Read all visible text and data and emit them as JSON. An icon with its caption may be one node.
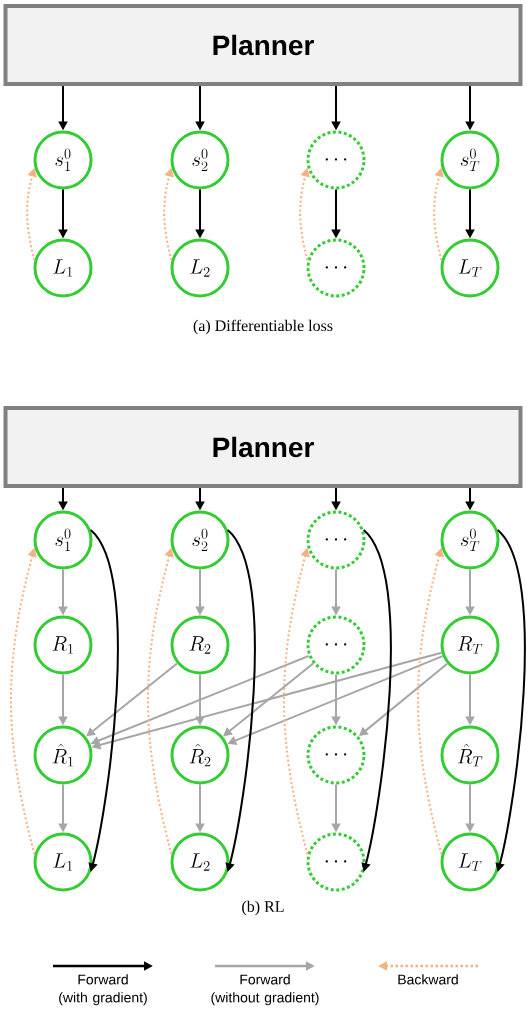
{
  "diagram": {
    "nodes": [
      {
        "text": [
          "Planner"
        ]
      },
      {
        "text": [
          "s_1^0"
        ]
      },
      {
        "text": [
          "s_2^0"
        ]
      },
      {
        "text": [
          "\\cdots"
        ]
      },
      {
        "text": [
          "s_T^0"
        ]
      },
      {
        "text": [
          "L_1"
        ]
      },
      {
        "text": [
          "L_2"
        ]
      },
      {
        "text": [
          "\\cdots"
        ]
      },
      {
        "text": [
          "L_T"
        ]
      },
      {
        "text": [
          "Planner"
        ]
      },
      {
        "text": [
          "s_1^0"
        ]
      },
      {
        "text": [
          "s_2^0"
        ]
      },
      {
        "text": [
          "\\cdots"
        ]
      },
      {
        "text": [
          "s_T^0"
        ]
      },
      {
        "text": [
          "R_1"
        ]
      },
      {
        "text": [
          "R_2"
        ]
      },
      {
        "text": [
          "\\cdots"
        ]
      },
      {
        "text": [
          "R_T"
        ]
      },
      {
        "text": [
          "\\hat{R}_1"
        ]
      },
      {
        "text": [
          "\\hat{R}_2"
        ]
      },
      {
        "text": [
          "\\cdots"
        ]
      },
      {
        "text": [
          "\\hat{R}_T"
        ]
      },
      {
        "text": [
          "L_1"
        ]
      },
      {
        "text": [
          "L_2"
        ]
      },
      {
        "text": [
          "\\cdots"
        ]
      },
      {
        "text": [
          "L_T"
        ]
      }
    ],
    "edges": [
      {
        "from": 0,
        "to": 1,
        "arrow": "to",
        "color": "#000000"
      },
      {
        "from": 0,
        "to": 2,
        "arrow": "to",
        "color": "#000000"
      },
      {
        "from": 0,
        "to": 3,
        "arrow": "to",
        "color": "#000000"
      },
      {
        "from": 0,
        "to": 4,
        "arrow": "to",
        "color": "#000000"
      },
      {
        "from": 1,
        "to": 5,
        "arrow": "to",
        "color": "#000000"
      },
      {
        "from": 2,
        "to": 6,
        "arrow": "to",
        "color": "#000000"
      },
      {
        "from": 3,
        "to": 7,
        "arrow": "to",
        "color": "#000000"
      },
      {
        "from": 4,
        "to": 8,
        "arrow": "to",
        "color": "#000000"
      },
      {
        "from": 5,
        "to": 1,
        "arrow": "to",
        "style": "dashed",
        "color": "#f4b183"
      },
      {
        "from": 6,
        "to": 2,
        "arrow": "to",
        "style": "dashed",
        "color": "#f4b183"
      },
      {
        "from": 7,
        "to": 3,
        "arrow": "to",
        "style": "dashed",
        "color": "#f4b183"
      },
      {
        "from": 8,
        "to": 4,
        "arrow": "to",
        "style": "dashed",
        "color": "#f4b183"
      },
      {
        "from": 9,
        "to": 10,
        "arrow": "to",
        "color": "#000000"
      },
      {
        "from": 9,
        "to": 11,
        "arrow": "to",
        "color": "#000000"
      },
      {
        "from": 9,
        "to": 12,
        "arrow": "to",
        "color": "#000000"
      },
      {
        "from": 9,
        "to": 13,
        "arrow": "to",
        "color": "#000000"
      },
      {
        "from": 10,
        "to": 14,
        "arrow": "to",
        "color": "#a6a6a6"
      },
      {
        "from": 11,
        "to": 15,
        "arrow": "to",
        "color": "#a6a6a6"
      },
      {
        "from": 12,
        "to": 16,
        "arrow": "to",
        "color": "#a6a6a6"
      },
      {
        "from": 13,
        "to": 17,
        "arrow": "to",
        "color": "#a6a6a6"
      },
      {
        "from": 14,
        "to": 18,
        "arrow": "to",
        "color": "#a6a6a6"
      },
      {
        "from": 15,
        "to": 19,
        "arrow": "to",
        "color": "#a6a6a6"
      },
      {
        "from": 16,
        "to": 20,
        "arrow": "to",
        "color": "#a6a6a6"
      },
      {
        "from": 17,
        "to": 21,
        "arrow": "to",
        "color": "#a6a6a6"
      },
      {
        "from": 15,
        "to": 18,
        "arrow": "to",
        "color": "#a6a6a6"
      },
      {
        "from": 16,
        "to": 18,
        "arrow": "to",
        "color": "#a6a6a6"
      },
      {
        "from": 16,
        "to": 19,
        "arrow": "to",
        "color": "#a6a6a6"
      },
      {
        "from": 17,
        "to": 18,
        "arrow": "to",
        "color": "#a6a6a6"
      },
      {
        "from": 17,
        "to": 19,
        "arrow": "to",
        "color": "#a6a6a6"
      },
      {
        "from": 17,
        "to": 20,
        "arrow": "to",
        "color": "#a6a6a6"
      },
      {
        "from": 18,
        "to": 22,
        "arrow": "to",
        "color": "#a6a6a6"
      },
      {
        "from": 19,
        "to": 23,
        "arrow": "to",
        "color": "#a6a6a6"
      },
      {
        "from": 20,
        "to": 24,
        "arrow": "to",
        "color": "#a6a6a6"
      },
      {
        "from": 21,
        "to": 25,
        "arrow": "to",
        "color": "#a6a6a6"
      },
      {
        "from": 10,
        "to": 22,
        "arrow": "to",
        "color": "#000000"
      },
      {
        "from": 11,
        "to": 23,
        "arrow": "to",
        "color": "#000000"
      },
      {
        "from": 12,
        "to": 24,
        "arrow": "to",
        "color": "#000000"
      },
      {
        "from": 13,
        "to": 25,
        "arrow": "to",
        "color": "#000000"
      },
      {
        "from": 22,
        "to": 10,
        "arrow": "to",
        "style": "dashed",
        "color": "#f4b183"
      },
      {
        "from": 23,
        "to": 11,
        "arrow": "to",
        "style": "dashed",
        "color": "#f4b183"
      },
      {
        "from": 24,
        "to": 12,
        "arrow": "to",
        "style": "dashed",
        "color": "#f4b183"
      },
      {
        "from": 25,
        "to": 13,
        "arrow": "to",
        "style": "dashed",
        "color": "#f4b183"
      }
    ],
    "labels": [
      "(a) Differentiable loss",
      "(b) RL"
    ],
    "legend": [
      {
        "text": "Forward (with gradient)"
      },
      {
        "text": "Forward (without gradient)"
      },
      {
        "text": "Backward"
      }
    ]
  }
}
